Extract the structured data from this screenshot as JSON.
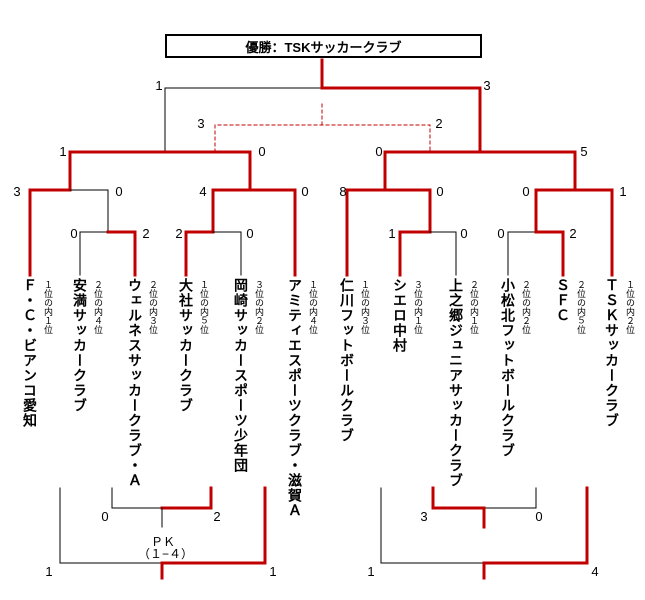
{
  "champion": "優勝：TSKサッカークラブ",
  "teams": [
    {
      "name": "Ｆ・Ｃ・ビアンコ愛知",
      "rank": "１位の内１位"
    },
    {
      "name": "安満サッカークラブ",
      "rank": "２位の内４位"
    },
    {
      "name": "ウェルネスサッカークラブ・Ａ",
      "rank": "２位の内３位"
    },
    {
      "name": "大社サッカークラブ",
      "rank": "１位の内５位"
    },
    {
      "name": "岡崎サッカースポーツ少年団",
      "rank": "３位の内２位"
    },
    {
      "name": "アミティエスポーツクラブ・滋賀Ａ",
      "rank": "１位の内４位"
    },
    {
      "name": "仁川フットボールクラブ",
      "rank": "１位の内３位"
    },
    {
      "name": "シエロ中村",
      "rank": "３位の内１位"
    },
    {
      "name": "上之郷ジュニアサッカークラブ",
      "rank": "２位の内１位"
    },
    {
      "name": "小松北フットボールクラブ",
      "rank": "２位の内２位"
    },
    {
      "name": "ＳＦＣ",
      "rank": "２位の内５位"
    },
    {
      "name": "ＴＳＫサッカークラブ",
      "rank": "１位の内２位"
    }
  ],
  "scores": {
    "final": [
      "1",
      "3"
    ],
    "third_place": [
      "3",
      "2"
    ],
    "semi_left": [
      "1",
      "0"
    ],
    "semi_right": [
      "0",
      "5"
    ],
    "qf": [
      "3",
      "0",
      "4",
      "0",
      "8",
      "0",
      "0",
      "1"
    ],
    "r1": [
      "0",
      "2",
      "2",
      "0",
      "1",
      "0",
      "0",
      "2"
    ],
    "consolation_left_inner": [
      "0",
      "2"
    ],
    "consolation_left_outer": [
      "1",
      "1"
    ],
    "consolation_right_inner": [
      "3",
      "0"
    ],
    "consolation_right_outer": [
      "1",
      "4"
    ]
  },
  "pk_label": "ＰＫ",
  "pk_score": "（１−４）",
  "colors": {
    "win": "#c00000",
    "loss": "#000000"
  }
}
